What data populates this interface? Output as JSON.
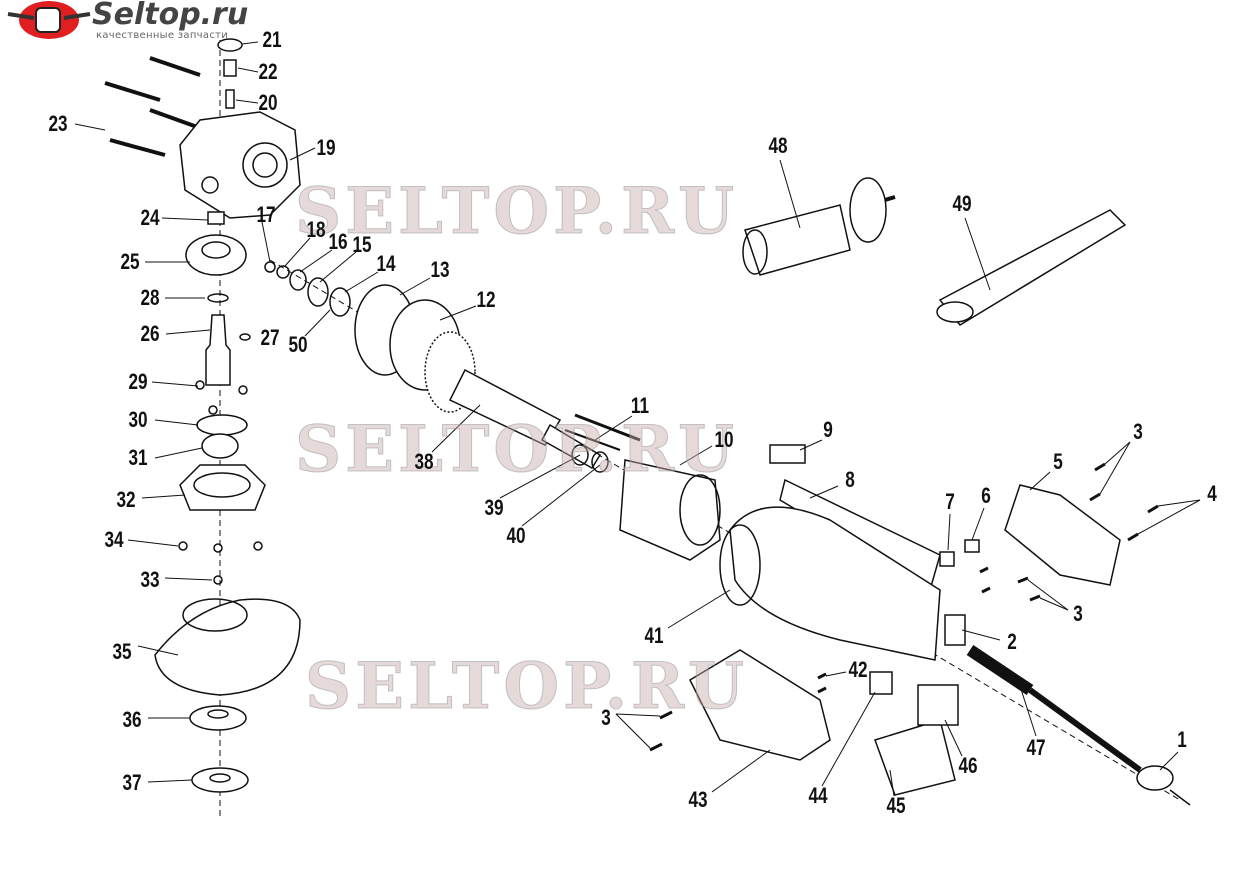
{
  "logo": {
    "name": "Seltop.ru",
    "tagline": "качественные запчасти"
  },
  "watermark": "SELTOP.RU",
  "colors": {
    "logo_red": "#e02020",
    "line": "#111111",
    "watermark": "#c8aaaa"
  },
  "callouts": [
    "1",
    "2",
    "3",
    "3",
    "3",
    "4",
    "5",
    "6",
    "7",
    "8",
    "9",
    "10",
    "11",
    "12",
    "13",
    "14",
    "15",
    "16",
    "17",
    "18",
    "19",
    "20",
    "21",
    "22",
    "23",
    "24",
    "25",
    "26",
    "27",
    "28",
    "29",
    "30",
    "31",
    "32",
    "33",
    "34",
    "35",
    "36",
    "37",
    "38",
    "39",
    "40",
    "41",
    "42",
    "43",
    "44",
    "45",
    "46",
    "47",
    "48",
    "49",
    "50"
  ]
}
